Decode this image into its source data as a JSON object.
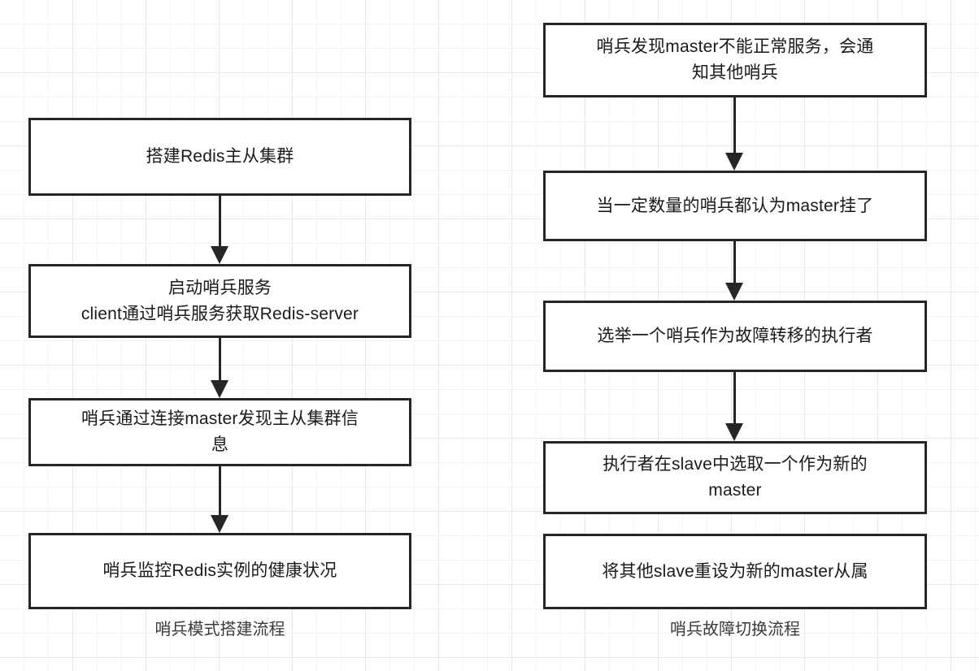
{
  "diagram": {
    "background": "grid-paper",
    "accent_color": "#262626",
    "columns": [
      {
        "id": "sentinel-setup-flow",
        "caption": "哨兵模式搭建流程",
        "nodes": [
          {
            "id": "left-node-1",
            "text": "搭建Redis主从集群"
          },
          {
            "id": "left-node-2",
            "text": "启动哨兵服务\nclient通过哨兵服务获取Redis-server"
          },
          {
            "id": "left-node-3",
            "text": "哨兵通过连接master发现主从集群信\n息"
          },
          {
            "id": "left-node-4",
            "text": "哨兵监控Redis实例的健康状况"
          }
        ]
      },
      {
        "id": "sentinel-failover-flow",
        "caption": "哨兵故障切换流程",
        "nodes": [
          {
            "id": "right-node-1",
            "text": "哨兵发现master不能正常服务，会通\n知其他哨兵"
          },
          {
            "id": "right-node-2",
            "text": "当一定数量的哨兵都认为master挂了"
          },
          {
            "id": "right-node-3",
            "text": "选举一个哨兵作为故障转移的执行者"
          },
          {
            "id": "right-node-4",
            "text": "执行者在slave中选取一个作为新的\nmaster"
          },
          {
            "id": "right-node-5",
            "text": "将其他slave重设为新的master从属"
          }
        ]
      }
    ]
  }
}
